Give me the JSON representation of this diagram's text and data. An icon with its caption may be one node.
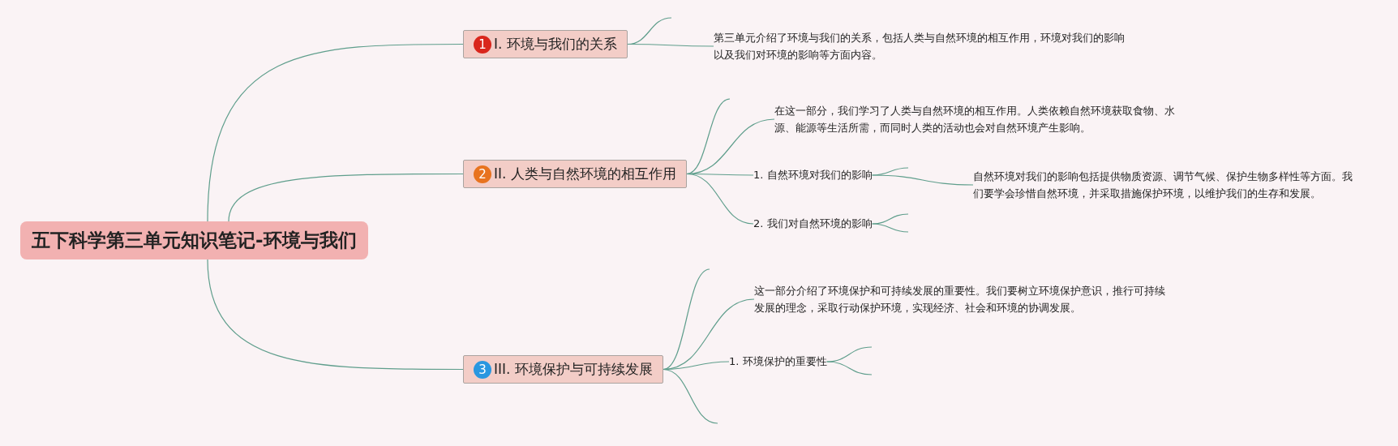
{
  "diagram": {
    "nodes": [
      {
        "text": [
          "五下科学第三单元知识笔记-环境与我们"
        ]
      },
      {
        "text": [
          "1",
          "I. 环境与我们的关系"
        ]
      },
      {
        "text": [
          "第三单元介绍了环境与我们的关系，包括人类与自然环境的相互作用，环境对我们的影响以及我们对环境的影响等方面内容。"
        ]
      },
      {
        "text": [
          "2",
          "II. 人类与自然环境的相互作用"
        ]
      },
      {
        "text": [
          "在这一部分，我们学习了人类与自然环境的相互作用。人类依赖自然环境获取食物、水源、能源等生活所需，而同时人类的活动也会对自然环境产生影响。"
        ]
      },
      {
        "text": [
          "1. 自然环境对我们的影响"
        ]
      },
      {
        "text": [
          "自然环境对我们的影响包括提供物质资源、调节气候、保护生物多样性等方面。我们要学会珍惜自然环境，并采取措施保护环境，以维护我们的生存和发展。"
        ]
      },
      {
        "text": [
          "2. 我们对自然环境的影响"
        ]
      },
      {
        "text": [
          "3",
          "III. 环境保护与可持续发展"
        ]
      },
      {
        "text": [
          "这一部分介绍了环境保护和可持续发展的重要性。我们要树立环境保护意识，推行可持续发展的理念，采取行动保护环境，实现经济、社会和环境的协调发展。"
        ]
      },
      {
        "text": [
          "1. 环境保护的重要性"
        ]
      }
    ],
    "edges": [
      {
        "from": 0,
        "to": 1,
        "arrow": "none"
      },
      {
        "from": 1,
        "to": null,
        "arrow": "none"
      },
      {
        "from": 1,
        "to": 2,
        "arrow": "none"
      },
      {
        "from": 0,
        "to": 3,
        "arrow": "none"
      },
      {
        "from": 3,
        "to": null,
        "arrow": "none"
      },
      {
        "from": 3,
        "to": 4,
        "arrow": "none"
      },
      {
        "from": 3,
        "to": 5,
        "arrow": "none"
      },
      {
        "from": 3,
        "to": 7,
        "arrow": "none"
      },
      {
        "from": 5,
        "to": null,
        "arrow": "none"
      },
      {
        "from": 5,
        "to": 6,
        "arrow": "none"
      },
      {
        "from": 7,
        "to": null,
        "arrow": "none"
      },
      {
        "from": 7,
        "to": null,
        "arrow": "none"
      },
      {
        "from": 0,
        "to": 8,
        "arrow": "none"
      },
      {
        "from": 8,
        "to": null,
        "arrow": "none"
      },
      {
        "from": 8,
        "to": 9,
        "arrow": "none"
      },
      {
        "from": 8,
        "to": 10,
        "arrow": "none"
      },
      {
        "from": 8,
        "to": null,
        "arrow": "none"
      },
      {
        "from": 10,
        "to": null,
        "arrow": "none"
      },
      {
        "from": 10,
        "to": null,
        "arrow": "none"
      }
    ]
  }
}
